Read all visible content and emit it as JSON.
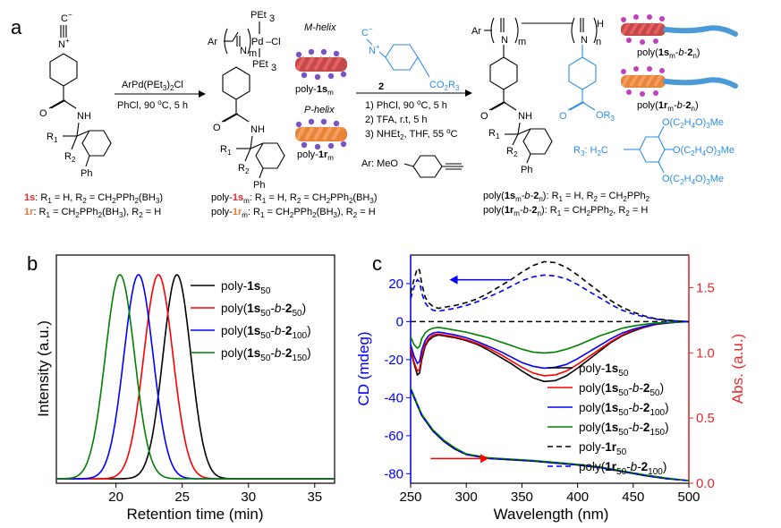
{
  "panel_a": {
    "label": "a",
    "monomer_caption_1s_a": "1s",
    "monomer_caption_1s_b": ": R",
    "monomer_caption_1s_c": " = H, R",
    "monomer_caption_1s_d": " = CH",
    "monomer_caption_1s_e": "PPh",
    "monomer_caption_1s_f": "(BH",
    "monomer_caption_1s_g": ")",
    "monomer_caption_1r_a": "1r",
    "monomer_caption_1r_b": ": R",
    "monomer_caption_1r_c": " = CH",
    "monomer_caption_1r_d": "PPh",
    "monomer_caption_1r_e": "(BH",
    "monomer_caption_1r_f": "), R",
    "monomer_caption_1r_g": " = H",
    "step1_reagent": "ArPd(PEt",
    "step1_reagent_b": ")",
    "step1_reagent_c": "Cl",
    "step1_conditions": "PhCl, 90 ",
    "step1_conditions_b": "o",
    "step1_conditions_c": "C, 5 h",
    "m_helix": "M-helix",
    "p_helix": "P-helix",
    "poly1s_label": "poly-",
    "poly1s_bold": "1s",
    "poly1s_sub": "m",
    "poly1r_label": "poly-",
    "poly1r_bold": "1r",
    "poly1r_sub": "m",
    "step2_monomer": "2",
    "step2_c1": "1) PhCl, 90 ",
    "step2_c1b": "C, 5 h",
    "step2_c2": "2) TFA, r.t, 5 h",
    "step2_c3": "3) NHEt",
    "step2_c3b": ", THF, 55 ",
    "step2_c3c": "C",
    "ar_def": "Ar: MeO",
    "r3_def": "R",
    "r3_def_b": ": H",
    "r3_def_c": "C",
    "peg": "O(C",
    "peg_b": "H",
    "peg_c": "O)",
    "peg_d": "Me",
    "polymer_1s_left": "poly-",
    "polymer_1s_mid": "1s",
    "polymer_1s_tail": ": R",
    "polymer_1s_tail_b": " = H, R",
    "polymer_1s_tail_c": " = CH",
    "polymer_1s_tail_d": "PPh",
    "polymer_1s_tail_e": "(BH",
    "polymer_1s_tail_f": ")",
    "polymer_1r_tail": ": R",
    "polymer_1r_tail_b": " = CH",
    "polymer_1r_tail_c": "PPh",
    "polymer_1r_tail_d": "(BH",
    "polymer_1r_tail_e": "), R",
    "polymer_1r_tail_f": " = H",
    "block_1s_a": "poly(",
    "block_1s_b": "1s",
    "block_1s_c": "m",
    "block_1s_d": "-b-",
    "block_1s_e": "2",
    "block_1s_f": "n",
    "block_1s_g": "): R",
    "block_1s_h": " = H, R",
    "block_1s_i": " = CH",
    "block_1s_j": "PPh",
    "block_1r_a": "poly(",
    "block_1r_b": "1r",
    "block_1r_g": "): R",
    "block_1r_h": " = CH",
    "block_1r_i": "PPh",
    "block_1r_j": ", R",
    "block_1r_k": " = H",
    "cartoon_label_1s_a": "poly(",
    "cartoon_label_1s_b": "1s",
    "cartoon_label_1r_b": "1r",
    "labels_atoms": {
      "N_plus": "N",
      "C_minus": "C",
      "NH": "NH",
      "R1": "R",
      "R2": "R",
      "Ph": "Ph",
      "PEt3": "PEt",
      "Pd_Cl": "Pd",
      "Cl": "Cl",
      "Ar": "Ar",
      "N": "N",
      "H": "H",
      "m": "m",
      "n": "n",
      "CO2R3": "CO",
      "OR3": "OR",
      "O": "O"
    }
  },
  "chart_data": [
    {
      "type": "line",
      "panel_label": "b",
      "xlabel": "Retention time (min)",
      "ylabel": "Intensity (a.u.)",
      "xlim": [
        15.5,
        36.5
      ],
      "xticks": [
        20,
        25,
        30,
        35
      ],
      "yticks": [],
      "legend_position": "top-right",
      "series": [
        {
          "name": "poly-1s50",
          "legend": {
            "prefix": "poly-",
            "bold": "1s",
            "sub": "50",
            "mid": "",
            "bold2": "",
            "sub2": "",
            "suffix": ""
          },
          "color": "#000000",
          "peak_x": 24.6,
          "width": 1.05
        },
        {
          "name": "poly(1s50-b-250)",
          "legend": {
            "prefix": "poly(",
            "bold": "1s",
            "sub": "50",
            "mid": "-b-",
            "bold2": "2",
            "sub2": "50",
            "suffix": ")"
          },
          "color": "#ff0000",
          "peak_x": 23.2,
          "width": 1.1
        },
        {
          "name": "poly(1s50-b-2100)",
          "legend": {
            "prefix": "poly(",
            "bold": "1s",
            "sub": "50",
            "mid": "-b-",
            "bold2": "2",
            "sub2": "100",
            "suffix": ")"
          },
          "color": "#0000ff",
          "peak_x": 21.7,
          "width": 1.1
        },
        {
          "name": "poly(1s50-b-2150)",
          "legend": {
            "prefix": "poly(",
            "bold": "1s",
            "sub": "50",
            "mid": "-b-",
            "bold2": "2",
            "sub2": "150",
            "suffix": ")"
          },
          "color": "#008000",
          "peak_x": 20.3,
          "width": 1.1
        }
      ]
    },
    {
      "type": "line",
      "panel_label": "c",
      "xlabel": "Wavelength (nm)",
      "ylabel": "CD (mdeg)",
      "y2label": "Abs. (a.u.)",
      "xlim": [
        250,
        500
      ],
      "ylim": [
        -85,
        35
      ],
      "y2lim": [
        0.0,
        1.75
      ],
      "xticks": [
        250,
        300,
        350,
        400,
        450,
        500
      ],
      "yticks": [
        -80,
        -60,
        -40,
        -20,
        0,
        20
      ],
      "y2ticks": [
        0.0,
        0.5,
        1.0,
        1.5
      ],
      "y2ticklabels": [
        "0.0",
        "0.5",
        "1.0",
        "1.5"
      ],
      "legend_position": "bottom-right",
      "cd_series": [
        {
          "name": "poly-1s50",
          "legend": {
            "prefix": "poly-",
            "bold": "1s",
            "sub": "50",
            "mid": "",
            "bold2": "",
            "sub2": "",
            "suffix": ""
          },
          "color": "#000000",
          "dash": false,
          "x": [
            250,
            253,
            256,
            258,
            260,
            263,
            266,
            270,
            275,
            280,
            290,
            300,
            310,
            320,
            330,
            340,
            350,
            360,
            370,
            380,
            390,
            400,
            410,
            420,
            430,
            440,
            450,
            460,
            470,
            480,
            490,
            500
          ],
          "y": [
            -15,
            -22,
            -28,
            -27,
            -20,
            -13,
            -10,
            -8,
            -7,
            -7.5,
            -8.5,
            -10,
            -12,
            -15,
            -18.5,
            -22,
            -26,
            -29.5,
            -31.5,
            -31,
            -28.5,
            -24.5,
            -20,
            -15.5,
            -11,
            -7.5,
            -5,
            -3,
            -1.5,
            -0.8,
            -0.3,
            0
          ]
        },
        {
          "name": "poly(1s50-b-250)",
          "legend": {
            "prefix": "poly(",
            "bold": "1s",
            "sub": "50",
            "mid": "-b-",
            "bold2": "2",
            "sub2": "50",
            "suffix": ")"
          },
          "color": "#ff0000",
          "dash": false,
          "x": [
            250,
            253,
            256,
            258,
            260,
            263,
            266,
            270,
            275,
            280,
            290,
            300,
            310,
            320,
            330,
            340,
            350,
            360,
            370,
            380,
            390,
            400,
            410,
            420,
            430,
            440,
            450,
            460,
            470,
            480,
            490,
            500
          ],
          "y": [
            -14,
            -21,
            -26,
            -25,
            -18,
            -12,
            -9,
            -7,
            -6.5,
            -7,
            -8,
            -9.5,
            -11.5,
            -14,
            -17,
            -20.5,
            -24,
            -27,
            -28.5,
            -28,
            -26,
            -22.5,
            -18.5,
            -14.5,
            -10.5,
            -7,
            -4.5,
            -2.8,
            -1.5,
            -0.8,
            -0.3,
            0
          ]
        },
        {
          "name": "poly(1s50-b-2100)",
          "legend": {
            "prefix": "poly(",
            "bold": "1s",
            "sub": "50",
            "mid": "-b-",
            "bold2": "2",
            "sub2": "100",
            "suffix": ")"
          },
          "color": "#0000ff",
          "dash": false,
          "x": [
            250,
            253,
            256,
            258,
            260,
            263,
            266,
            270,
            275,
            280,
            290,
            300,
            310,
            320,
            330,
            340,
            350,
            360,
            370,
            380,
            390,
            400,
            410,
            420,
            430,
            440,
            450,
            460,
            470,
            480,
            490,
            500
          ],
          "y": [
            -12,
            -18,
            -22,
            -21,
            -15,
            -10,
            -7.5,
            -6,
            -5.5,
            -6,
            -7,
            -8.5,
            -10.5,
            -13,
            -15.5,
            -18.5,
            -21.5,
            -23.5,
            -24.5,
            -24,
            -22.5,
            -19.5,
            -16,
            -12.5,
            -9,
            -6,
            -4,
            -2.5,
            -1.3,
            -0.7,
            -0.3,
            0
          ]
        },
        {
          "name": "poly(1s50-b-2150)",
          "legend": {
            "prefix": "poly(",
            "bold": "1s",
            "sub": "50",
            "mid": "-b-",
            "bold2": "2",
            "sub2": "150",
            "suffix": ")"
          },
          "color": "#008000",
          "dash": false,
          "x": [
            250,
            253,
            256,
            258,
            260,
            263,
            266,
            270,
            275,
            280,
            290,
            300,
            310,
            320,
            330,
            340,
            350,
            360,
            370,
            380,
            390,
            400,
            410,
            420,
            430,
            440,
            450,
            460,
            470,
            480,
            490,
            500
          ],
          "y": [
            -8,
            -12,
            -14,
            -13,
            -9,
            -6,
            -4.5,
            -3.5,
            -3,
            -3.5,
            -4.5,
            -5.5,
            -7,
            -8.5,
            -10.5,
            -12.5,
            -14.5,
            -16,
            -16.5,
            -16,
            -14.5,
            -12.5,
            -10,
            -7.5,
            -5.5,
            -3.5,
            -2.3,
            -1.4,
            -0.8,
            -0.4,
            -0.2,
            0
          ]
        },
        {
          "name": "poly-1r50",
          "legend": {
            "prefix": "poly-",
            "bold": "1r",
            "sub": "50",
            "mid": "",
            "bold2": "",
            "sub2": "",
            "suffix": ""
          },
          "color": "#000000",
          "dash": true,
          "x": [
            250,
            253,
            256,
            258,
            260,
            263,
            266,
            270,
            275,
            280,
            290,
            300,
            310,
            320,
            330,
            340,
            350,
            360,
            370,
            380,
            390,
            400,
            410,
            420,
            430,
            440,
            450,
            460,
            470,
            480,
            490,
            500
          ],
          "y": [
            15,
            22,
            28,
            27,
            20,
            13,
            10,
            8,
            7,
            7.5,
            8.5,
            10,
            12,
            15,
            18.5,
            22,
            26,
            29.5,
            31.5,
            31,
            28.5,
            24.5,
            20,
            15.5,
            11,
            7.5,
            5,
            3,
            1.5,
            0.8,
            0.3,
            0
          ]
        },
        {
          "name": "poly(1r50-b-2100)",
          "legend": {
            "prefix": "poly(",
            "bold": "1r",
            "sub": "50",
            "mid": "-b-",
            "bold2": "2",
            "sub2": "100",
            "suffix": ")"
          },
          "color": "#0000ff",
          "dash": true,
          "x": [
            250,
            253,
            256,
            258,
            260,
            263,
            266,
            270,
            275,
            280,
            290,
            300,
            310,
            320,
            330,
            340,
            350,
            360,
            370,
            380,
            390,
            400,
            410,
            420,
            430,
            440,
            450,
            460,
            470,
            480,
            490,
            500
          ],
          "y": [
            12,
            18,
            22,
            21,
            15,
            10,
            7.5,
            6,
            5.5,
            6,
            7,
            8.5,
            10.5,
            13,
            15.5,
            18.5,
            21.5,
            23.5,
            24.5,
            24,
            22.5,
            19.5,
            16,
            12.5,
            9,
            6,
            4,
            2.5,
            1.3,
            0.7,
            0.3,
            0
          ]
        }
      ],
      "zero_line": {
        "y": 0,
        "color": "#000000",
        "dash": true
      },
      "abs_series": [
        {
          "name": "abs-black",
          "color": "#000000",
          "x": [
            250,
            255,
            260,
            270,
            280,
            290,
            300,
            320,
            340,
            360,
            380,
            400,
            420,
            440,
            460,
            480,
            500
          ],
          "y": [
            0.72,
            0.62,
            0.52,
            0.4,
            0.32,
            0.26,
            0.22,
            0.19,
            0.18,
            0.17,
            0.155,
            0.14,
            0.12,
            0.09,
            0.06,
            0.035,
            0.02
          ]
        },
        {
          "name": "abs-green",
          "color": "#008000",
          "x": [
            250,
            255,
            260,
            270,
            280,
            290,
            300,
            320,
            340,
            360,
            380,
            400,
            420,
            440,
            460,
            480,
            500
          ],
          "y": [
            0.73,
            0.63,
            0.53,
            0.41,
            0.33,
            0.27,
            0.225,
            0.195,
            0.185,
            0.175,
            0.16,
            0.145,
            0.125,
            0.095,
            0.065,
            0.04,
            0.02
          ]
        },
        {
          "name": "abs-blue-dash",
          "color": "#0000ff",
          "x": [
            250,
            255,
            260,
            270,
            280,
            290,
            300,
            320,
            340,
            360,
            380,
            400,
            420,
            440,
            460,
            480,
            500
          ],
          "y": [
            0.72,
            0.62,
            0.52,
            0.4,
            0.32,
            0.26,
            0.22,
            0.19,
            0.18,
            0.17,
            0.155,
            0.14,
            0.12,
            0.09,
            0.06,
            0.035,
            0.02
          ]
        }
      ],
      "arrows": [
        {
          "color": "#0000ff",
          "direction": "left",
          "axis": "left"
        },
        {
          "color": "#ff0000",
          "direction": "right",
          "axis": "right"
        }
      ]
    }
  ]
}
